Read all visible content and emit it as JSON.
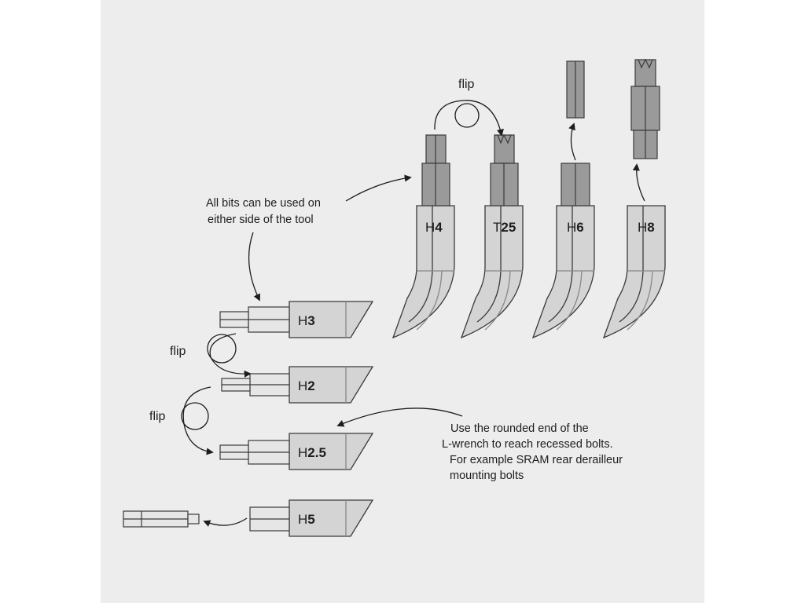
{
  "annotations": {
    "all_bits_line1": "All bits can be used on",
    "all_bits_line2": "either side of the tool",
    "rounded_line1": "Use the rounded end of the",
    "rounded_line2": "L-wrench to reach recessed bolts.",
    "rounded_line3": "For example SRAM rear derailleur",
    "rounded_line4": "mounting bolts",
    "flip_top": "flip",
    "flip_mid": "flip",
    "flip_low": "flip"
  },
  "bits": {
    "h4": {
      "prefix": "H",
      "size": "4"
    },
    "t25": {
      "prefix": "T",
      "size": "25"
    },
    "h6": {
      "prefix": "H",
      "size": "6"
    },
    "h8": {
      "prefix": "H",
      "size": "8"
    },
    "h3": {
      "prefix": "H",
      "size": "3"
    },
    "h2": {
      "prefix": "H",
      "size": "2"
    },
    "h25": {
      "prefix": "H",
      "size": "2.5"
    },
    "h5": {
      "prefix": "H",
      "size": "5"
    }
  },
  "colors": {
    "panel_bg": "#ededed",
    "tool_fill": "#d4d4d4",
    "bit_dark": "#9a9a9a",
    "bit_light": "#e6e6e6",
    "stroke": "#3a3a3a"
  }
}
